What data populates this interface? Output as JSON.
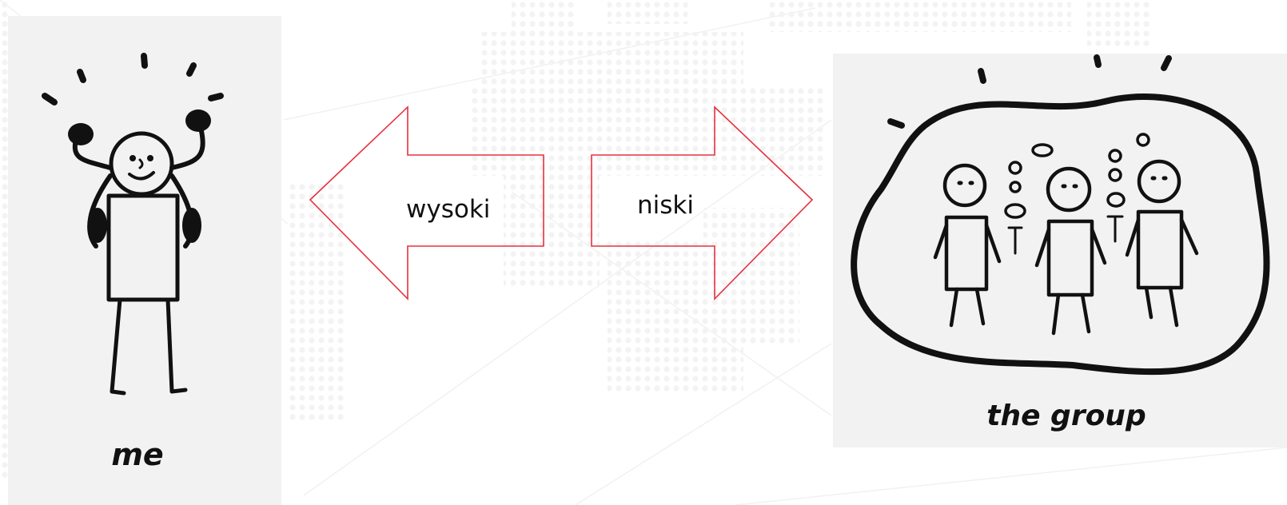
{
  "diagram": {
    "left_panel": {
      "caption": "me"
    },
    "right_panel": {
      "caption": "the group"
    },
    "left_arrow": {
      "label": "wysoki",
      "color": "#e5323f"
    },
    "right_arrow": {
      "label": "niski",
      "color": "#e5323f"
    }
  }
}
